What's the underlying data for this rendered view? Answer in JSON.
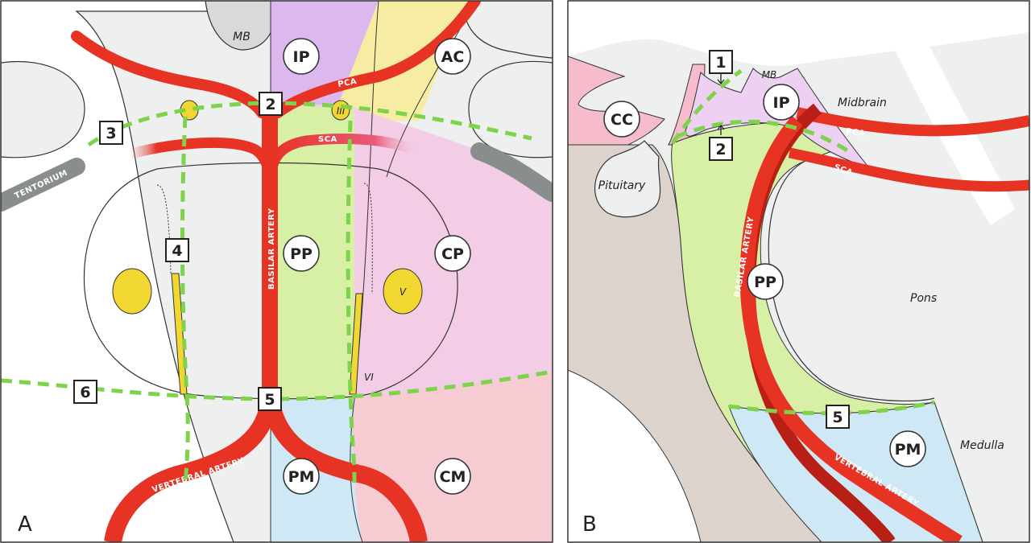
{
  "panel_a": {
    "letter": "A",
    "labels": {
      "mb": "MB",
      "ip": "IP",
      "ac": "AC",
      "pp": "PP",
      "cp": "CP",
      "pm": "PM",
      "cm": "CM",
      "cn3": "III",
      "cn5": "V",
      "cn6": "VI",
      "tentorium": "TENTORIUM",
      "pca": "PCA",
      "sca": "SCA",
      "basilar": "BASILAR ARTERY",
      "vertebral": "VERTEBRAL ARTERY"
    },
    "boxes": {
      "b2": "2",
      "b3": "3",
      "b4": "4",
      "b5": "5",
      "b6": "6"
    }
  },
  "panel_b": {
    "letter": "B",
    "labels": {
      "cc": "CC",
      "ip": "IP",
      "pp": "PP",
      "pm": "PM",
      "mb": "MB",
      "pituitary": "Pituitary",
      "midbrain": "Midbrain",
      "pons": "Pons",
      "medulla": "Medulla",
      "pca": "PCA",
      "sca": "SCA",
      "basilar": "BASILAR ARTERY",
      "vertebral": "VERTEBRAL ARTERY"
    },
    "boxes": {
      "b1": "1",
      "b2": "2",
      "b5": "5"
    }
  },
  "colors": {
    "artery": "#e63323",
    "dashed_line": "#7ed34a",
    "nerve": "#f2d632",
    "ip_region": "#dcb8ef",
    "ac_region": "#f7eda2",
    "pp_region": "#d8f0a6",
    "cp_region": "#f3cde6",
    "pm_region": "#cfe8f5",
    "cm_region": "#f6cbd2",
    "tentorium": "#8a8d8d"
  }
}
